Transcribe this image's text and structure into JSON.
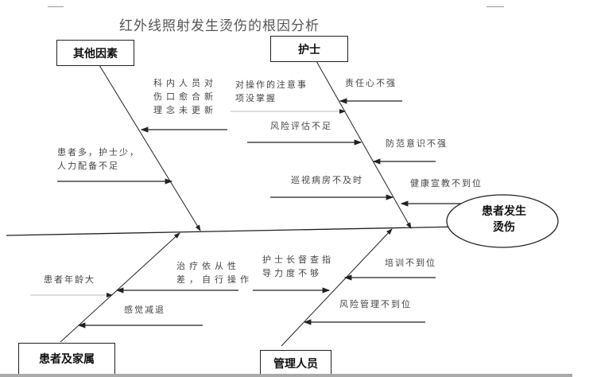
{
  "title": "红外线照射发生烫伤的根因分析",
  "effect": {
    "line1": "患者发生",
    "line2": "烫伤"
  },
  "categories": {
    "other": {
      "label": "其他因素",
      "causes": [
        {
          "line1": "科内人员对",
          "line2": "伤口愈合新",
          "line3": "理念未更新"
        },
        {
          "line1": "患者多，护士少，",
          "line2": "人力配备不足"
        }
      ]
    },
    "nurse": {
      "label": "护士",
      "causes": [
        {
          "text": "责任心不强"
        },
        {
          "line1": "对操作的注意事",
          "line2": "项没掌握"
        },
        {
          "text": "风险评估不足"
        },
        {
          "text": "防范意识不强"
        },
        {
          "text": "巡视病房不及时"
        },
        {
          "text": "健康宣教不到位"
        }
      ]
    },
    "patient": {
      "label": "患者及家属",
      "causes": [
        {
          "text": "患者年龄大"
        },
        {
          "line1": "治疗依从性",
          "line2": "差，自行操作"
        },
        {
          "text": "感觉减退"
        }
      ]
    },
    "management": {
      "label": "管理人员",
      "causes": [
        {
          "line1": "护士长督查指",
          "line2": "导力度不够"
        },
        {
          "text": "培训不到位"
        },
        {
          "text": "风险管理不到位"
        }
      ]
    }
  },
  "colors": {
    "line": "#222222",
    "text": "#444444"
  }
}
